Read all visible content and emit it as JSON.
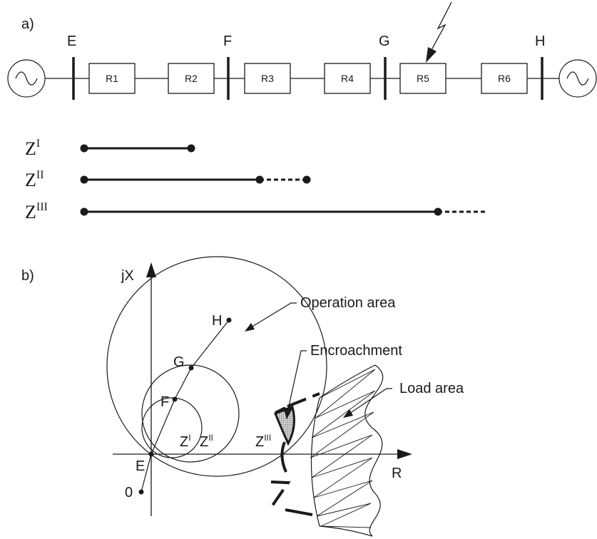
{
  "part_a": {
    "label": "a)",
    "buses": [
      "E",
      "F",
      "G",
      "H"
    ],
    "relays": [
      "R1",
      "R2",
      "R3",
      "R4",
      "R5",
      "R6"
    ],
    "zones": [
      {
        "base": "Z",
        "sup": "I"
      },
      {
        "base": "Z",
        "sup": "II"
      },
      {
        "base": "Z",
        "sup": "III"
      }
    ]
  },
  "part_b": {
    "label": "b)",
    "axis_y": "jX",
    "axis_x": "R",
    "points": [
      "H",
      "G",
      "F",
      "E",
      "0"
    ],
    "annotations": {
      "operation": "Operation area",
      "encroachment": "Encroachment",
      "load": "Load area"
    },
    "zone_labels": [
      {
        "base": "Z",
        "sup": "I"
      },
      {
        "base": "Z",
        "sup": "II"
      },
      {
        "base": "Z",
        "sup": "III"
      }
    ]
  },
  "colors": {
    "ink": "#1a1a1a",
    "encroachment_fill": "#b9b9b9"
  }
}
